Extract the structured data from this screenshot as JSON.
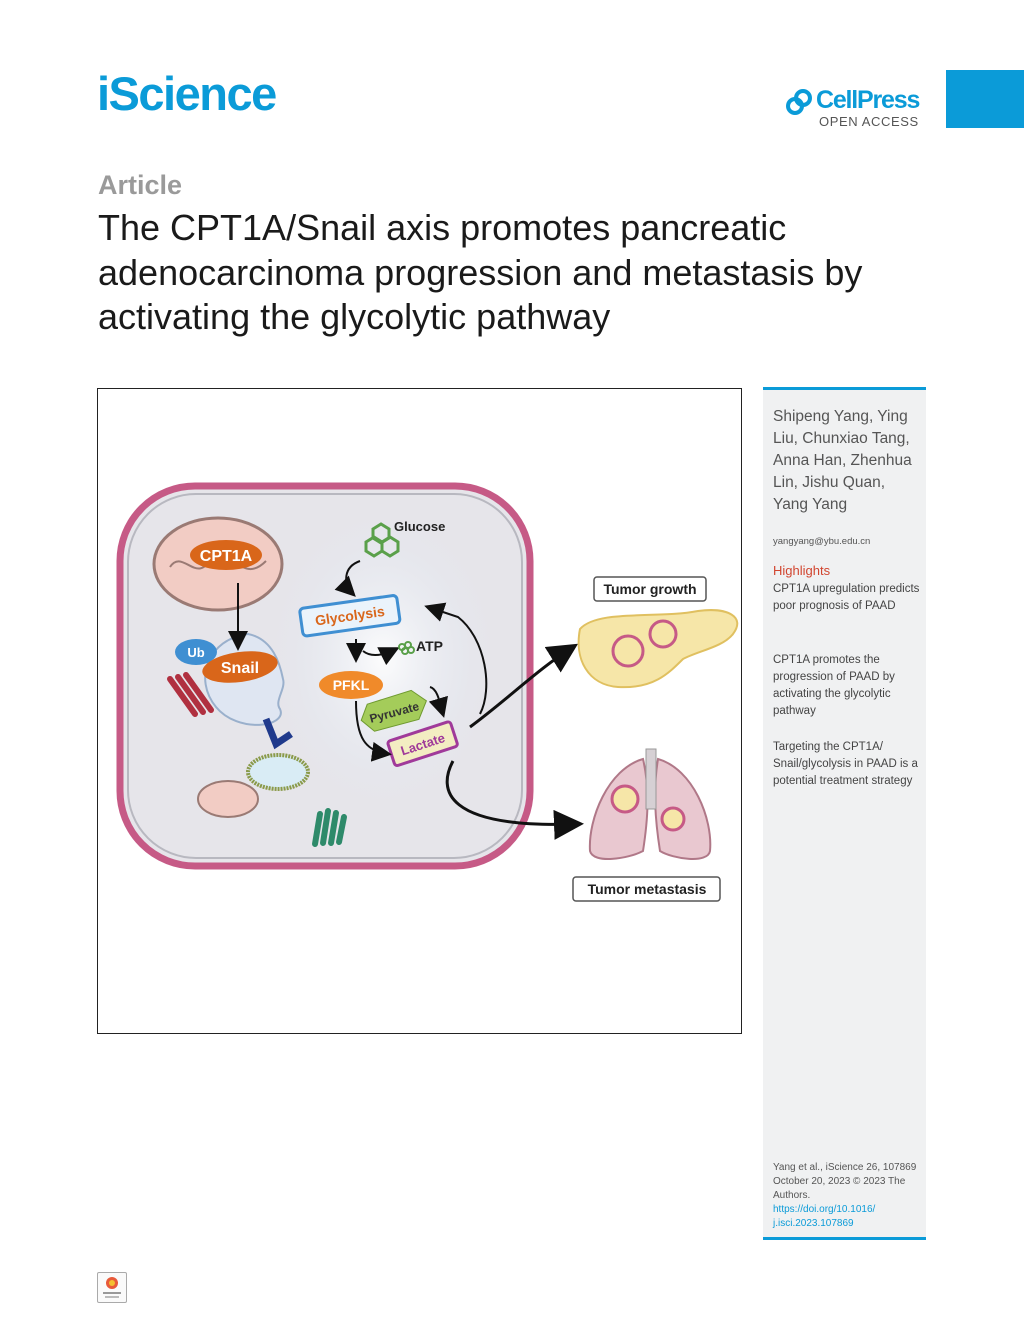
{
  "header": {
    "journal": "iScience",
    "publisher": "CellPress",
    "access": "OPEN ACCESS"
  },
  "article": {
    "type": "Article",
    "title": "The CPT1A/Snail axis promotes pancreatic adenocarcinoma progression and metastasis by activating the glycolytic pathway"
  },
  "graphical_abstract": {
    "labels": {
      "cpt1a": "CPT1A",
      "glucose": "Glucose",
      "glycolysis": "Glycolysis",
      "atp": "ATP",
      "ub": "Ub",
      "snail": "Snail",
      "pfkl": "PFKL",
      "pyruvate": "Pyruvate",
      "lactate": "Lactate",
      "tumor_growth": "Tumor growth",
      "tumor_metastasis": "Tumor metastasis"
    }
  },
  "sidebar": {
    "authors": "Shipeng Yang, Ying Liu, Chunxiao Tang, Anna Han, Zhenhua Lin, Jishu Quan, Yang Yang",
    "email": "yangyang@ybu.edu.cn",
    "highlights_heading": "Highlights",
    "highlights": [
      "CPT1A upregulation predicts poor prognosis of PAAD",
      "CPT1A promotes the progression of PAAD by activating the glycolytic pathway",
      "Targeting the CPT1A/ Snail/glycolysis in PAAD is a potential treatment strategy"
    ],
    "citation": {
      "line1": "Yang et al., iScience 26, 107869",
      "line2": "October 20, 2023 © 2023 The Authors.",
      "doi": "https://doi.org/10.1016/ j.isci.2023.107869"
    }
  },
  "colors": {
    "brand_blue": "#0b9bd8",
    "highlight_red": "#d1452f",
    "membrane_pink": "#c65a86",
    "orange_label": "#d9661a"
  },
  "icons": {
    "logo": "cellpress-logo-icon",
    "badge": "check-for-updates-icon"
  }
}
